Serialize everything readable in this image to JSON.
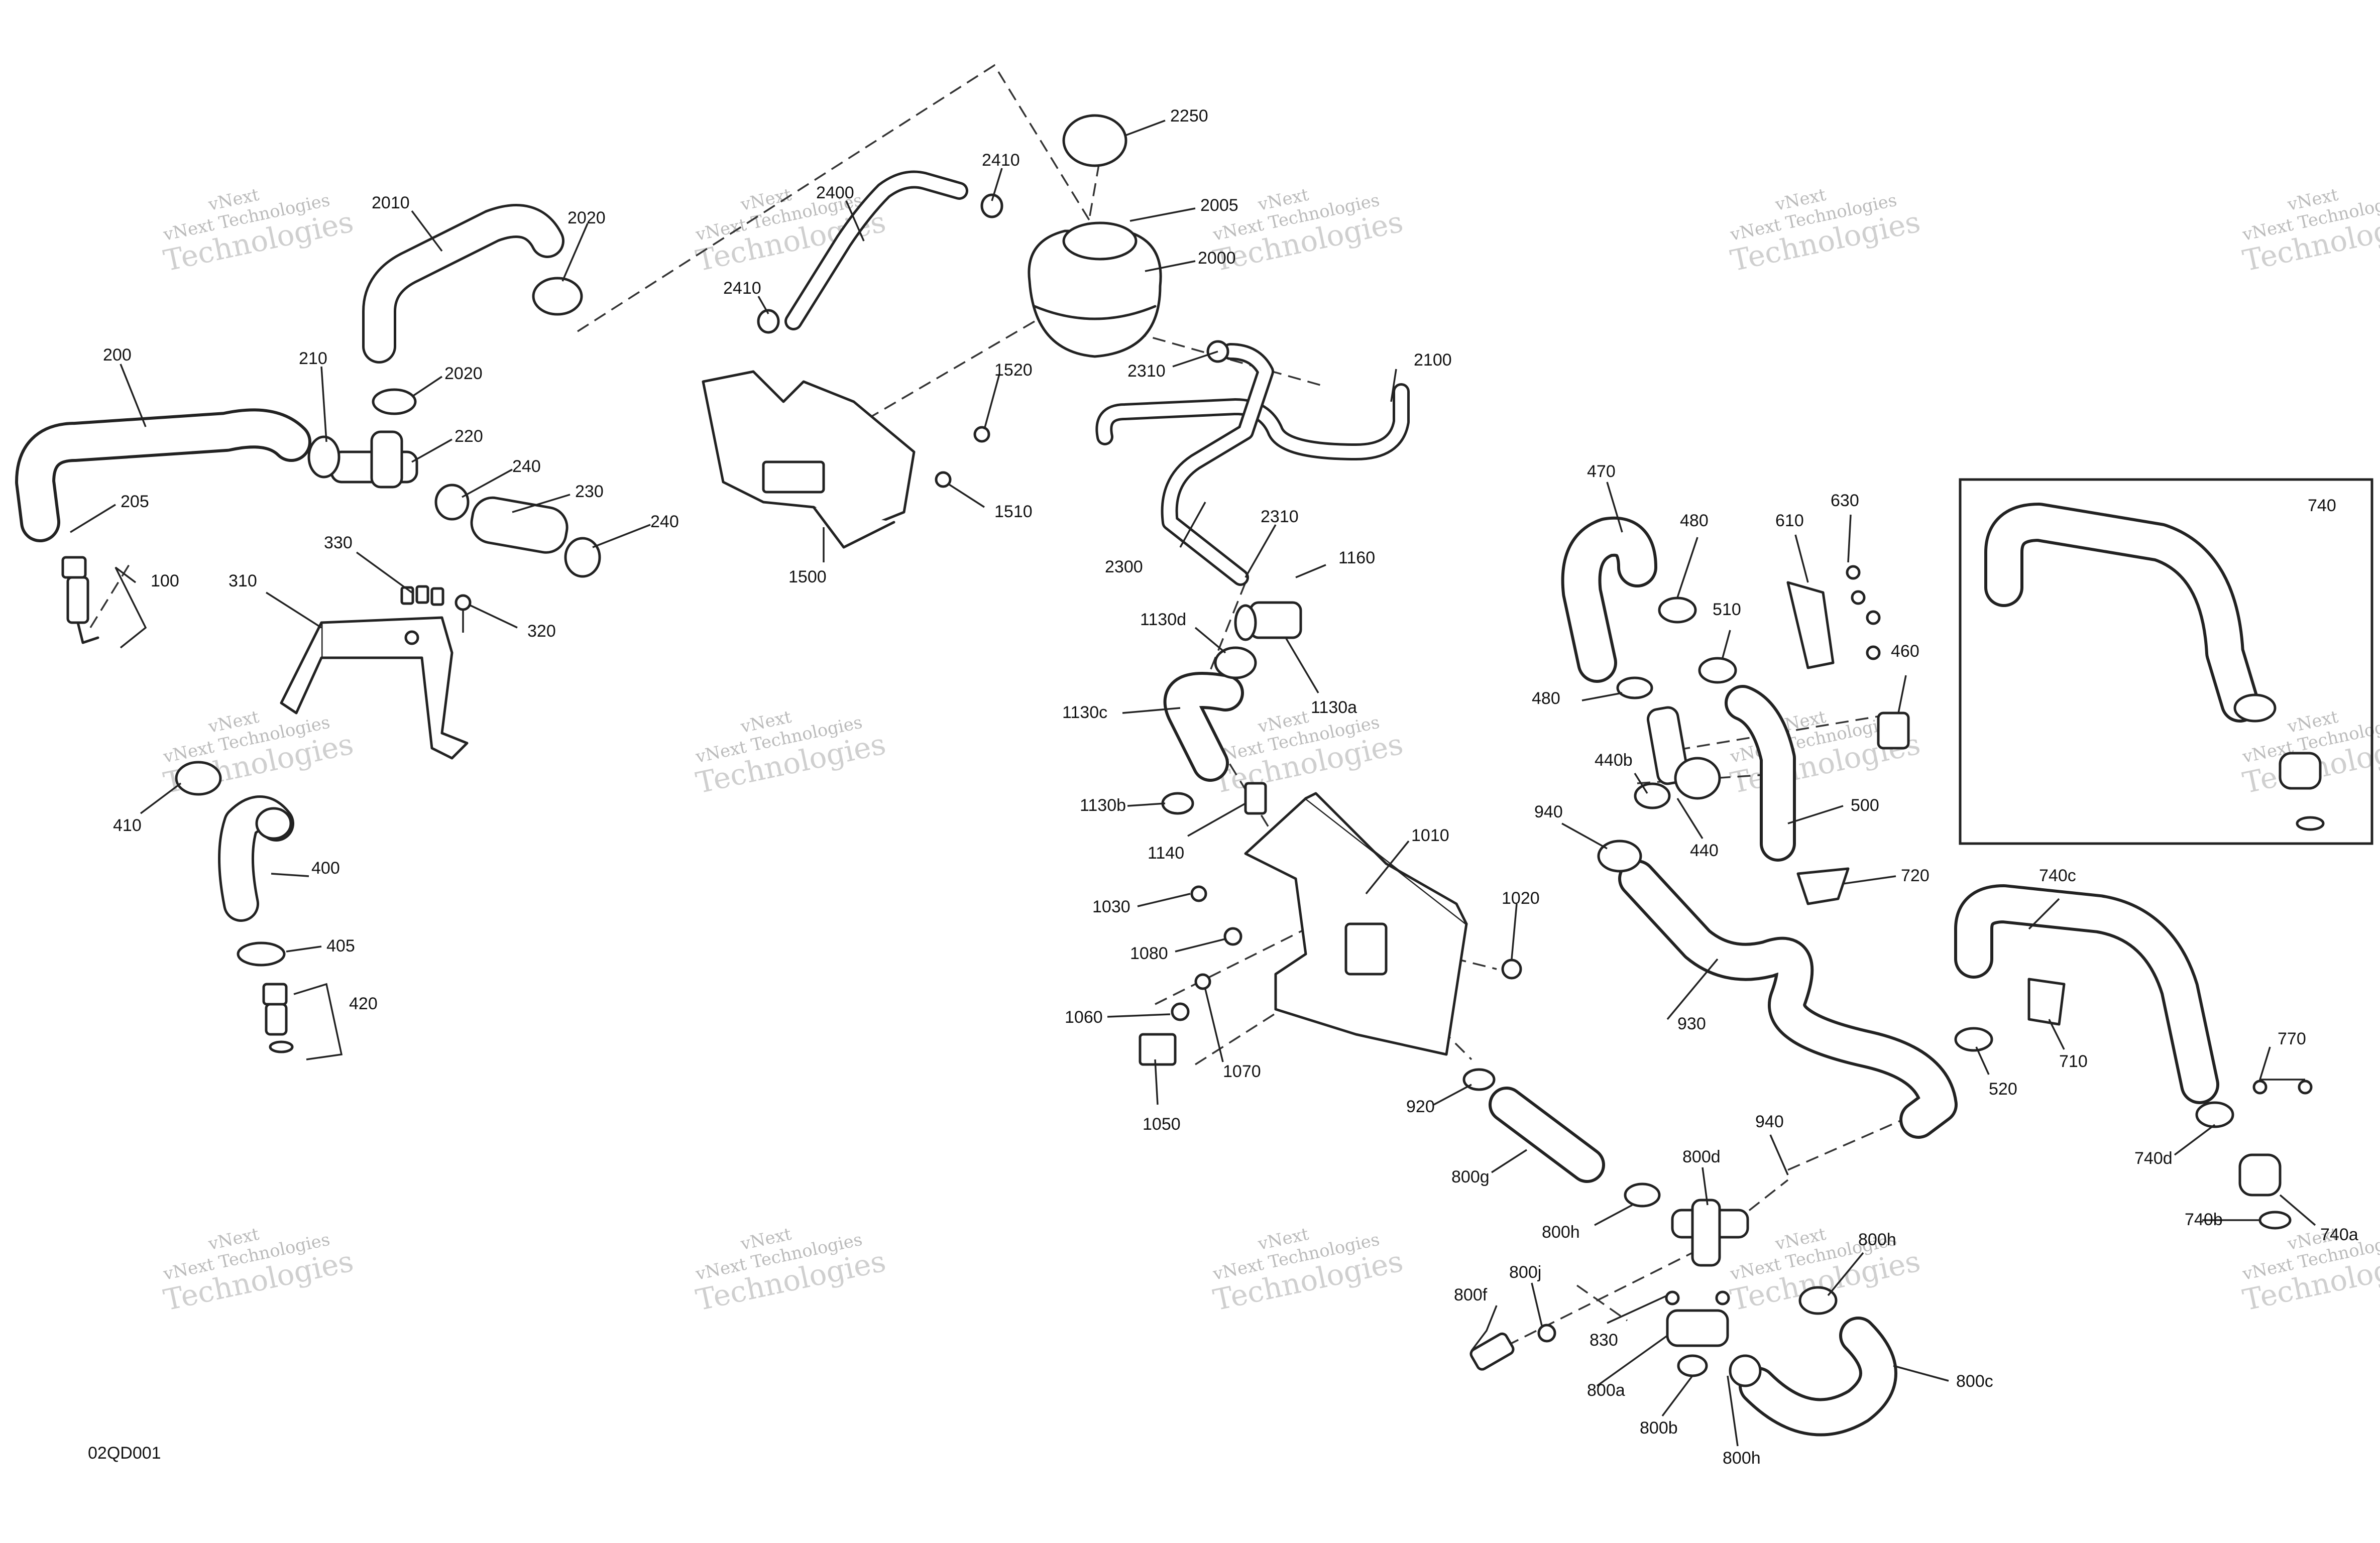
{
  "diagram": {
    "code": "02QD001",
    "watermark": {
      "line1": "vNext",
      "line2": "vNext Technologies",
      "line3": "Technologies"
    },
    "callouts": [
      "2250",
      "2410",
      "2400",
      "2005",
      "2000",
      "2410",
      "2010",
      "2020",
      "2020",
      "200",
      "210",
      "220",
      "240",
      "230",
      "240",
      "205",
      "100",
      "330",
      "310",
      "320",
      "1520",
      "1500",
      "1510",
      "2310",
      "2100",
      "2300",
      "2310",
      "1160",
      "1130d",
      "1130a",
      "1130c",
      "1130b",
      "1140",
      "1010",
      "1020",
      "1030",
      "1080",
      "1060",
      "1070",
      "1050",
      "410",
      "400",
      "405",
      "420",
      "470",
      "480",
      "630",
      "610",
      "510",
      "460",
      "480",
      "440b",
      "440",
      "500",
      "720",
      "940",
      "930",
      "920",
      "800g",
      "940",
      "800d",
      "800h",
      "800h",
      "800j",
      "800f",
      "830",
      "800a",
      "800b",
      "800h",
      "800c",
      "740",
      "740c",
      "520",
      "710",
      "770",
      "740d",
      "740b",
      "740a"
    ]
  }
}
